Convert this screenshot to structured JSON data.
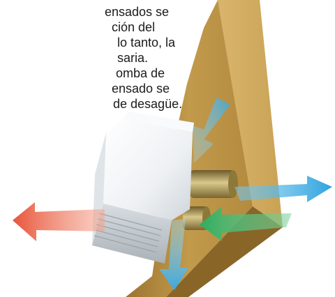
{
  "text": {
    "lines": [
      "ensados se",
      "ción del",
      "lo tanto, la",
      "saria.",
      "omba de",
      "ensado se",
      "de desagüe."
    ]
  },
  "colors": {
    "wall": "#b48a3f",
    "unit_body": "#f2f4f6",
    "pipe": "#a89557",
    "arrow_hot": "#e8543a",
    "arrow_cold": "#37a8e0",
    "arrow_green": "#33b56b"
  }
}
